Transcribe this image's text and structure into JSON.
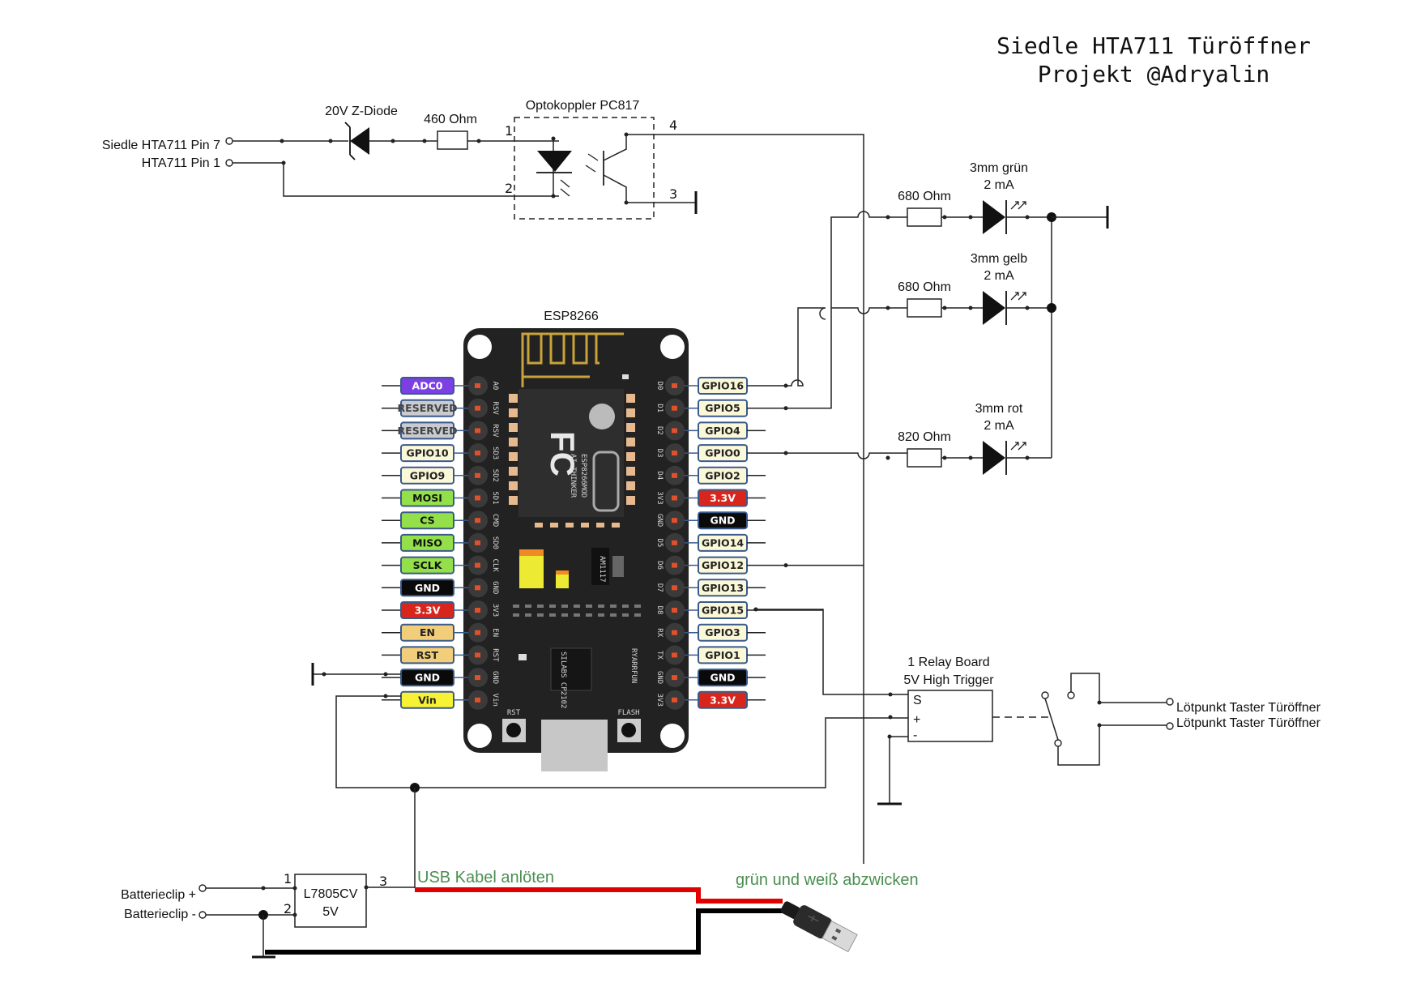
{
  "title": {
    "line1": "Siedle HTA711 Türöffner",
    "line2": "Projekt @Adryalin"
  },
  "input_circuit": {
    "terminal_pin7": "Siedle HTA711 Pin 7",
    "terminal_pin1": "HTA711 Pin 1",
    "zener_label": "20V Z-Diode",
    "resistor_label": "460 Ohm",
    "optocoupler_label": "Optokoppler PC817",
    "opto_pins": [
      "1",
      "2",
      "3",
      "4"
    ]
  },
  "leds": [
    {
      "resistor": "680 Ohm",
      "name": "3mm grün",
      "current": "2 mA",
      "gpio": "GPIO5"
    },
    {
      "resistor": "680 Ohm",
      "name": "3mm gelb",
      "current": "2 mA",
      "gpio": "GPIO16"
    },
    {
      "resistor": "820 Ohm",
      "name": "3mm rot",
      "current": "2 mA",
      "gpio": "GPIO0"
    }
  ],
  "esp": {
    "label": "ESP8266",
    "left_pins": [
      {
        "tag": "ADC0",
        "silk": "A0",
        "bg": "#7b3fe4",
        "fg": "#ffffff"
      },
      {
        "tag": "RESERVED",
        "silk": "RSV",
        "bg": "#c9cbd0",
        "fg": "#444444"
      },
      {
        "tag": "RESERVED",
        "silk": "RSV",
        "bg": "#c9cbd0",
        "fg": "#444444"
      },
      {
        "tag": "GPIO10",
        "silk": "SD3",
        "bg": "#fbf8d8",
        "fg": "#222222"
      },
      {
        "tag": "GPIO9",
        "silk": "SD2",
        "bg": "#fbf8d8",
        "fg": "#222222"
      },
      {
        "tag": "MOSI",
        "silk": "SD1",
        "bg": "#93e04a",
        "fg": "#111111"
      },
      {
        "tag": "CS",
        "silk": "CMD",
        "bg": "#93e04a",
        "fg": "#111111"
      },
      {
        "tag": "MISO",
        "silk": "SD0",
        "bg": "#93e04a",
        "fg": "#111111"
      },
      {
        "tag": "SCLK",
        "silk": "CLK",
        "bg": "#93e04a",
        "fg": "#111111"
      },
      {
        "tag": "GND",
        "silk": "GND",
        "bg": "#0a0a0a",
        "fg": "#ffffff"
      },
      {
        "tag": "3.3V",
        "silk": "3V3",
        "bg": "#d9261c",
        "fg": "#ffffff"
      },
      {
        "tag": "EN",
        "silk": "EN",
        "bg": "#f2cd7a",
        "fg": "#222222"
      },
      {
        "tag": "RST",
        "silk": "RST",
        "bg": "#f2cd7a",
        "fg": "#222222"
      },
      {
        "tag": "GND",
        "silk": "GND",
        "bg": "#0a0a0a",
        "fg": "#ffffff"
      },
      {
        "tag": "Vin",
        "silk": "Vin",
        "bg": "#f7f236",
        "fg": "#222222"
      }
    ],
    "right_pins": [
      {
        "tag": "GPIO16",
        "silk": "D0",
        "bg": "#fbf8d8",
        "fg": "#222222"
      },
      {
        "tag": "GPIO5",
        "silk": "D1",
        "bg": "#fbf8d8",
        "fg": "#222222"
      },
      {
        "tag": "GPIO4",
        "silk": "D2",
        "bg": "#fbf8d8",
        "fg": "#222222"
      },
      {
        "tag": "GPIO0",
        "silk": "D3",
        "bg": "#fbf8d8",
        "fg": "#222222"
      },
      {
        "tag": "GPIO2",
        "silk": "D4",
        "bg": "#fbf8d8",
        "fg": "#222222"
      },
      {
        "tag": "3.3V",
        "silk": "3V3",
        "bg": "#d9261c",
        "fg": "#ffffff"
      },
      {
        "tag": "GND",
        "silk": "GND",
        "bg": "#0a0a0a",
        "fg": "#ffffff"
      },
      {
        "tag": "GPIO14",
        "silk": "D5",
        "bg": "#fbf8d8",
        "fg": "#222222"
      },
      {
        "tag": "GPIO12",
        "silk": "D6",
        "bg": "#fbf8d8",
        "fg": "#222222"
      },
      {
        "tag": "GPIO13",
        "silk": "D7",
        "bg": "#fbf8d8",
        "fg": "#222222"
      },
      {
        "tag": "GPIO15",
        "silk": "D8",
        "bg": "#fbf8d8",
        "fg": "#222222"
      },
      {
        "tag": "GPIO3",
        "silk": "RX",
        "bg": "#fbf8d8",
        "fg": "#222222"
      },
      {
        "tag": "GPIO1",
        "silk": "TX",
        "bg": "#fbf8d8",
        "fg": "#222222"
      },
      {
        "tag": "GND",
        "silk": "GND",
        "bg": "#0a0a0a",
        "fg": "#ffffff"
      },
      {
        "tag": "3.3V",
        "silk": "3V3",
        "bg": "#d9261c",
        "fg": "#ffffff"
      }
    ],
    "board_text": {
      "rst_button": "RST",
      "flash_button": "FLASH",
      "chip": "SILABS CP2102",
      "module_model": "ESP8266MOD",
      "vendor": "AI-THINKER",
      "regulator": "AM1117",
      "brand": "RYARRFUN"
    }
  },
  "relay": {
    "line1": "1 Relay Board",
    "line2": "5V High Trigger",
    "pin_s": "S",
    "pin_plus": "+",
    "pin_minus": "-",
    "terminal1": "Lötpunkt Taster Türöffner",
    "terminal2": "Lötpunkt Taster Türöffner"
  },
  "power": {
    "battery_plus": "Batterieclip +",
    "battery_minus": "Batterieclip  -",
    "regulator_line1": "L7805CV",
    "regulator_line2": "5V",
    "reg_pins": [
      "1",
      "2",
      "3"
    ],
    "usb_note": "USB Kabel anlöten",
    "cut_note": "grün und weiß abzwicken"
  },
  "colors": {
    "wire": "#222222",
    "usb_red": "#e00000",
    "usb_black": "#000000",
    "note_green": "#4a8f50",
    "board": "#222222"
  }
}
